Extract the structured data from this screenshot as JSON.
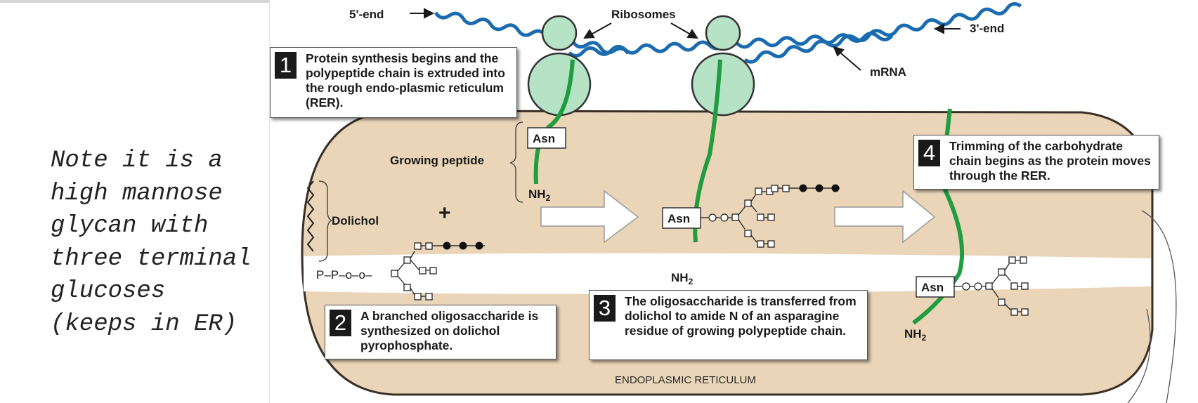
{
  "note": {
    "text": "Note it is a\nhigh mannose\nglycan with\nthree terminal\nglucoses\n(keeps in ER)"
  },
  "diagram": {
    "labels": {
      "five_prime": "5'-end",
      "three_prime": "3'-end",
      "ribosomes": "Ribosomes",
      "mrna": "mRNA",
      "growing_peptide": "Growing peptide",
      "dolichol": "Dolichol",
      "plus": "+",
      "pp_chain": "P–P–o–o–",
      "asn": "Asn",
      "nh2": "NH",
      "nh2_sub": "2",
      "er": "ENDOPLASMIC RETICULUM"
    },
    "steps": [
      {
        "number": "1",
        "text": "Protein synthesis begins and the polypeptide chain is extruded into the rough endo-plasmic reticulum (RER)."
      },
      {
        "number": "2",
        "text": "A branched oligosaccharide is synthesized on dolichol pyrophosphate."
      },
      {
        "number": "3",
        "text": "The oligosaccharide is transferred from dolichol to amide N of an asparagine residue of growing polypeptide chain."
      },
      {
        "number": "4",
        "text": "Trimming of the carbohydrate chain begins as the protein moves through the RER."
      }
    ],
    "colors": {
      "er_fill": "#ead5b8",
      "ribosome": "#b6e3c6",
      "mrna": "#1a6bb0",
      "peptide": "#1f9d3f",
      "lumen_band": "#ffffff"
    }
  }
}
